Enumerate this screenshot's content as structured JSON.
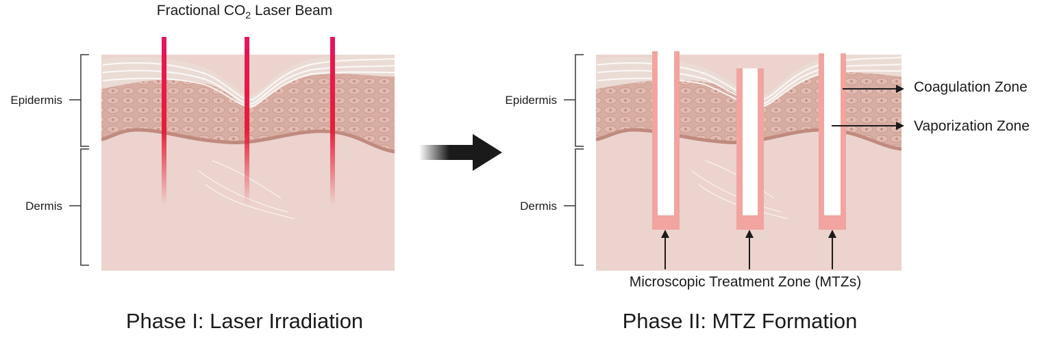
{
  "beam_title": {
    "prefix": "Fractional CO",
    "subscript": "2",
    "suffix": " Laser Beam"
  },
  "panel_1": {
    "epidermis_label": "Epidermis",
    "dermis_label": "Dermis",
    "caption": "Phase I: Laser Irradiation"
  },
  "panel_2": {
    "epidermis_label": "Epidermis",
    "dermis_label": "Dermis",
    "coagulation_label": "Coagulation Zone",
    "vaporization_label": "Vaporization Zone",
    "mtz_label": "Microscopic Treatment Zone (MTZs)",
    "caption": "Phase II: MTZ Formation"
  },
  "colors": {
    "dermis": "#ecd3cd",
    "epidermis": "#d7aca1",
    "stratum_corneum": "#e8d9d1",
    "beam": "#e8145a",
    "coagulation": "#f1a4a0",
    "arrow": "#1a1a1a"
  }
}
